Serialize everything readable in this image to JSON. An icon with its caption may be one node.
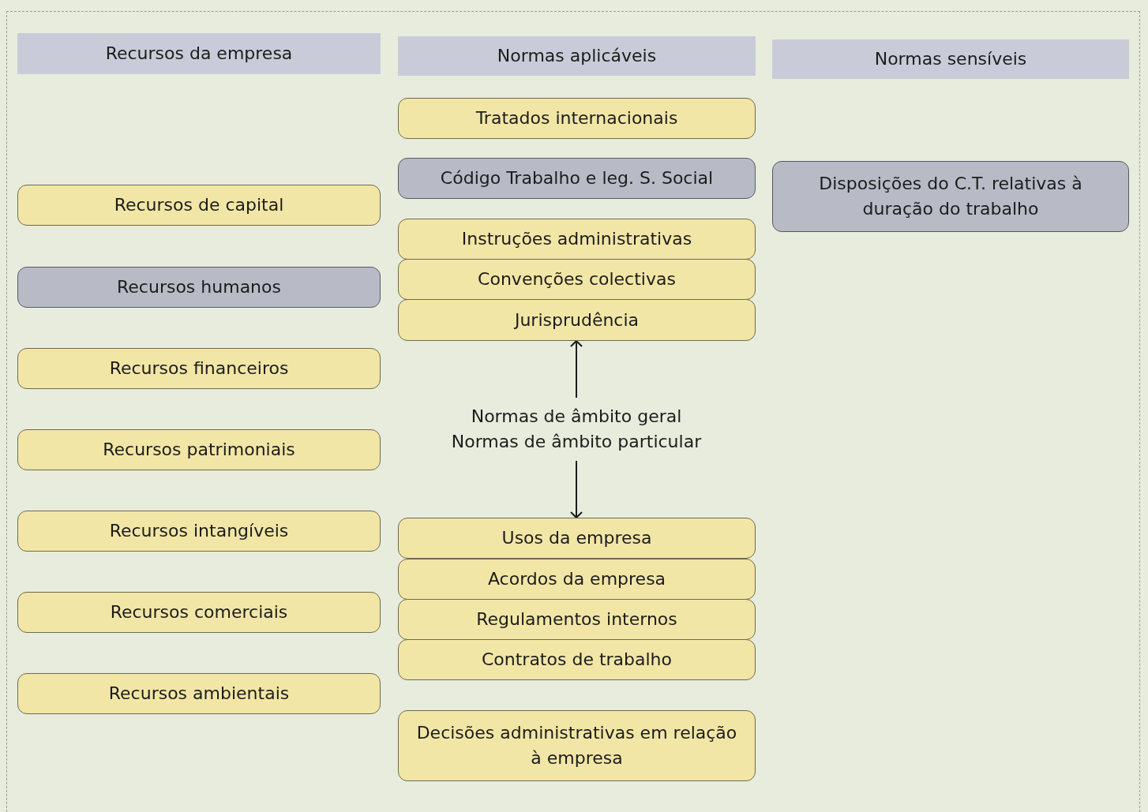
{
  "diagram": {
    "nodes": [
      {
        "text": [
          "Recursos da empresa"
        ]
      },
      {
        "text": [
          "Normas aplicáveis"
        ]
      },
      {
        "text": [
          "Normas sensíveis"
        ]
      },
      {
        "text": [
          "Tratados internacionais"
        ]
      },
      {
        "text": [
          "Código Trabalho e leg. S. Social"
        ]
      },
      {
        "text": [
          "Disposições do C.T. relativas à duração do trabalho"
        ]
      },
      {
        "text": [
          "Recursos de capital"
        ]
      },
      {
        "text": [
          "Instruções administrativas"
        ]
      },
      {
        "text": [
          "Recursos humanos"
        ]
      },
      {
        "text": [
          "Convenções colectivas"
        ]
      },
      {
        "text": [
          "Jurisprudência"
        ]
      },
      {
        "text": [
          "Recursos financeiros"
        ]
      },
      {
        "text": [
          "Normas de âmbito geral",
          "Normas de âmbito particular"
        ]
      },
      {
        "text": [
          "Recursos patrimoniais"
        ]
      },
      {
        "text": [
          "Recursos intangíveis"
        ]
      },
      {
        "text": [
          "Usos da empresa"
        ]
      },
      {
        "text": [
          "Acordos da empresa"
        ]
      },
      {
        "text": [
          "Recursos comerciais"
        ]
      },
      {
        "text": [
          "Regulamentos internos"
        ]
      },
      {
        "text": [
          "Contratos de trabalho"
        ]
      },
      {
        "text": [
          "Recursos ambientais"
        ]
      },
      {
        "text": [
          "Decisões administrativas em relação à empresa"
        ]
      }
    ],
    "edges": [
      {
        "from": 12,
        "to": 10,
        "arrow": "to"
      },
      {
        "from": 12,
        "to": 15,
        "arrow": "to"
      }
    ]
  }
}
